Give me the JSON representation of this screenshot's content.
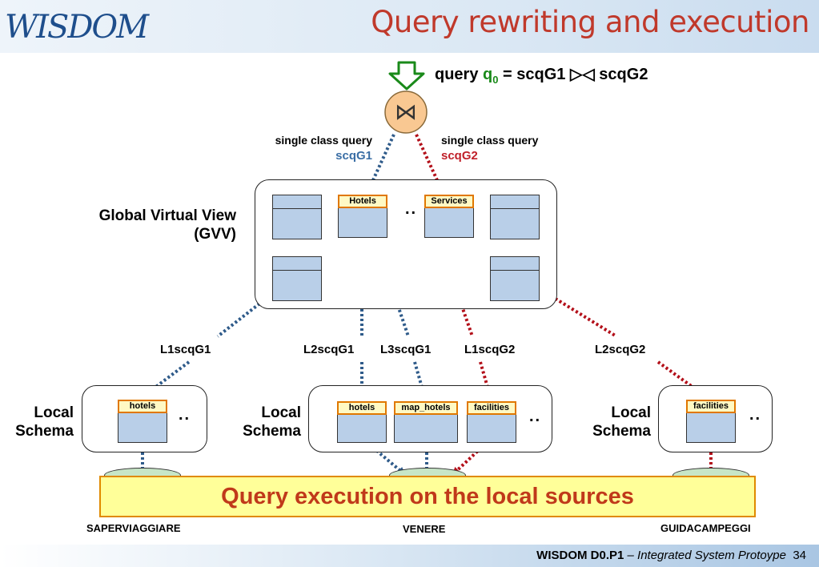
{
  "header": {
    "logo_text": "WISDOM",
    "title": "Query rewriting and execution"
  },
  "query": {
    "prefix": "query ",
    "q": "q",
    "q_sub": "0",
    "expression": " = scqG1 ▷◁ scqG2",
    "join_symbol": "⋈"
  },
  "scq": {
    "left_caption": "single class query",
    "left_name": "scqG1",
    "right_caption": "single class query",
    "right_name": "scqG2"
  },
  "gvv": {
    "label_line1": "Global Virtual View",
    "label_line2": "(GVV)",
    "class_hotels": "Hotels",
    "class_services": "Services",
    "ellipsis": ".."
  },
  "edges": {
    "l1g1": "L1scqG1",
    "l2g1": "L2scqG1",
    "l3g1": "L3scqG1",
    "l1g2": "L1scqG2",
    "l2g2": "L2scqG2"
  },
  "local": {
    "label_line1": "Local",
    "label_line2": "Schema",
    "s1_class": "hotels",
    "s2_class1": "hotels",
    "s2_class2": "map_hotels",
    "s2_class3": "facilities",
    "s3_class": "facilities",
    "ellipsis": ".."
  },
  "banner": "Query execution on the local sources",
  "sources": {
    "s1": "SAPERVIAGGIARE",
    "s2": "VENERE",
    "s3": "GUIDACAMPEGGI"
  },
  "footer": {
    "project": "WISDOM D0.P1",
    "subtitle": " – Integrated System Protoype",
    "page": "34"
  },
  "colors": {
    "blue_arrow": "#2f5b8a",
    "red_arrow": "#b3101a",
    "class_fill": "#b9cfe8",
    "tag_border": "#e07800",
    "banner_fill": "#ffff99",
    "title": "#c0392b"
  }
}
